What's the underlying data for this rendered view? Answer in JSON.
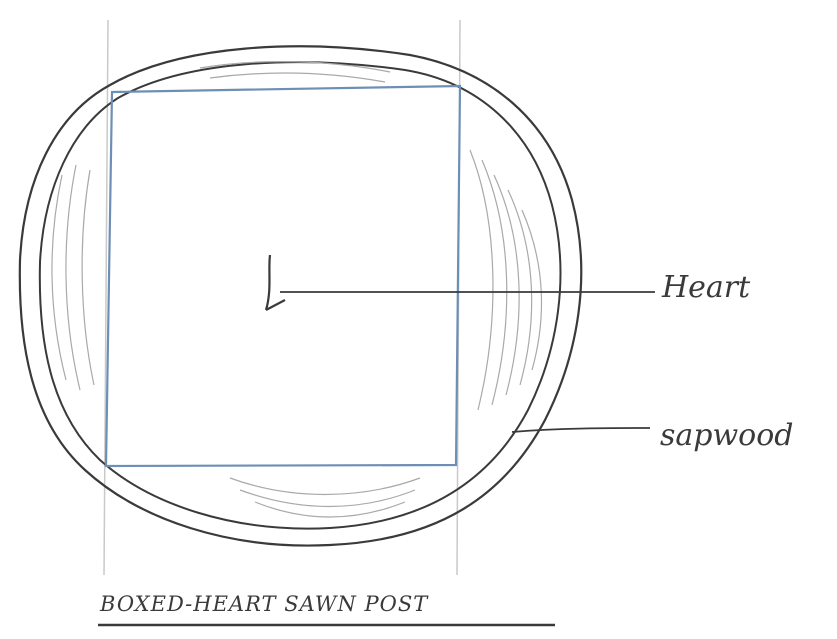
{
  "labels": {
    "heart": "Heart",
    "sapwood": "sapwood"
  },
  "caption": "BOXED-HEART SAWN POST",
  "colors": {
    "pencil": "#3a3a3a",
    "square": "#6e8fb5",
    "guide": "#c9c9c9",
    "grain": "#a9a9a9"
  }
}
